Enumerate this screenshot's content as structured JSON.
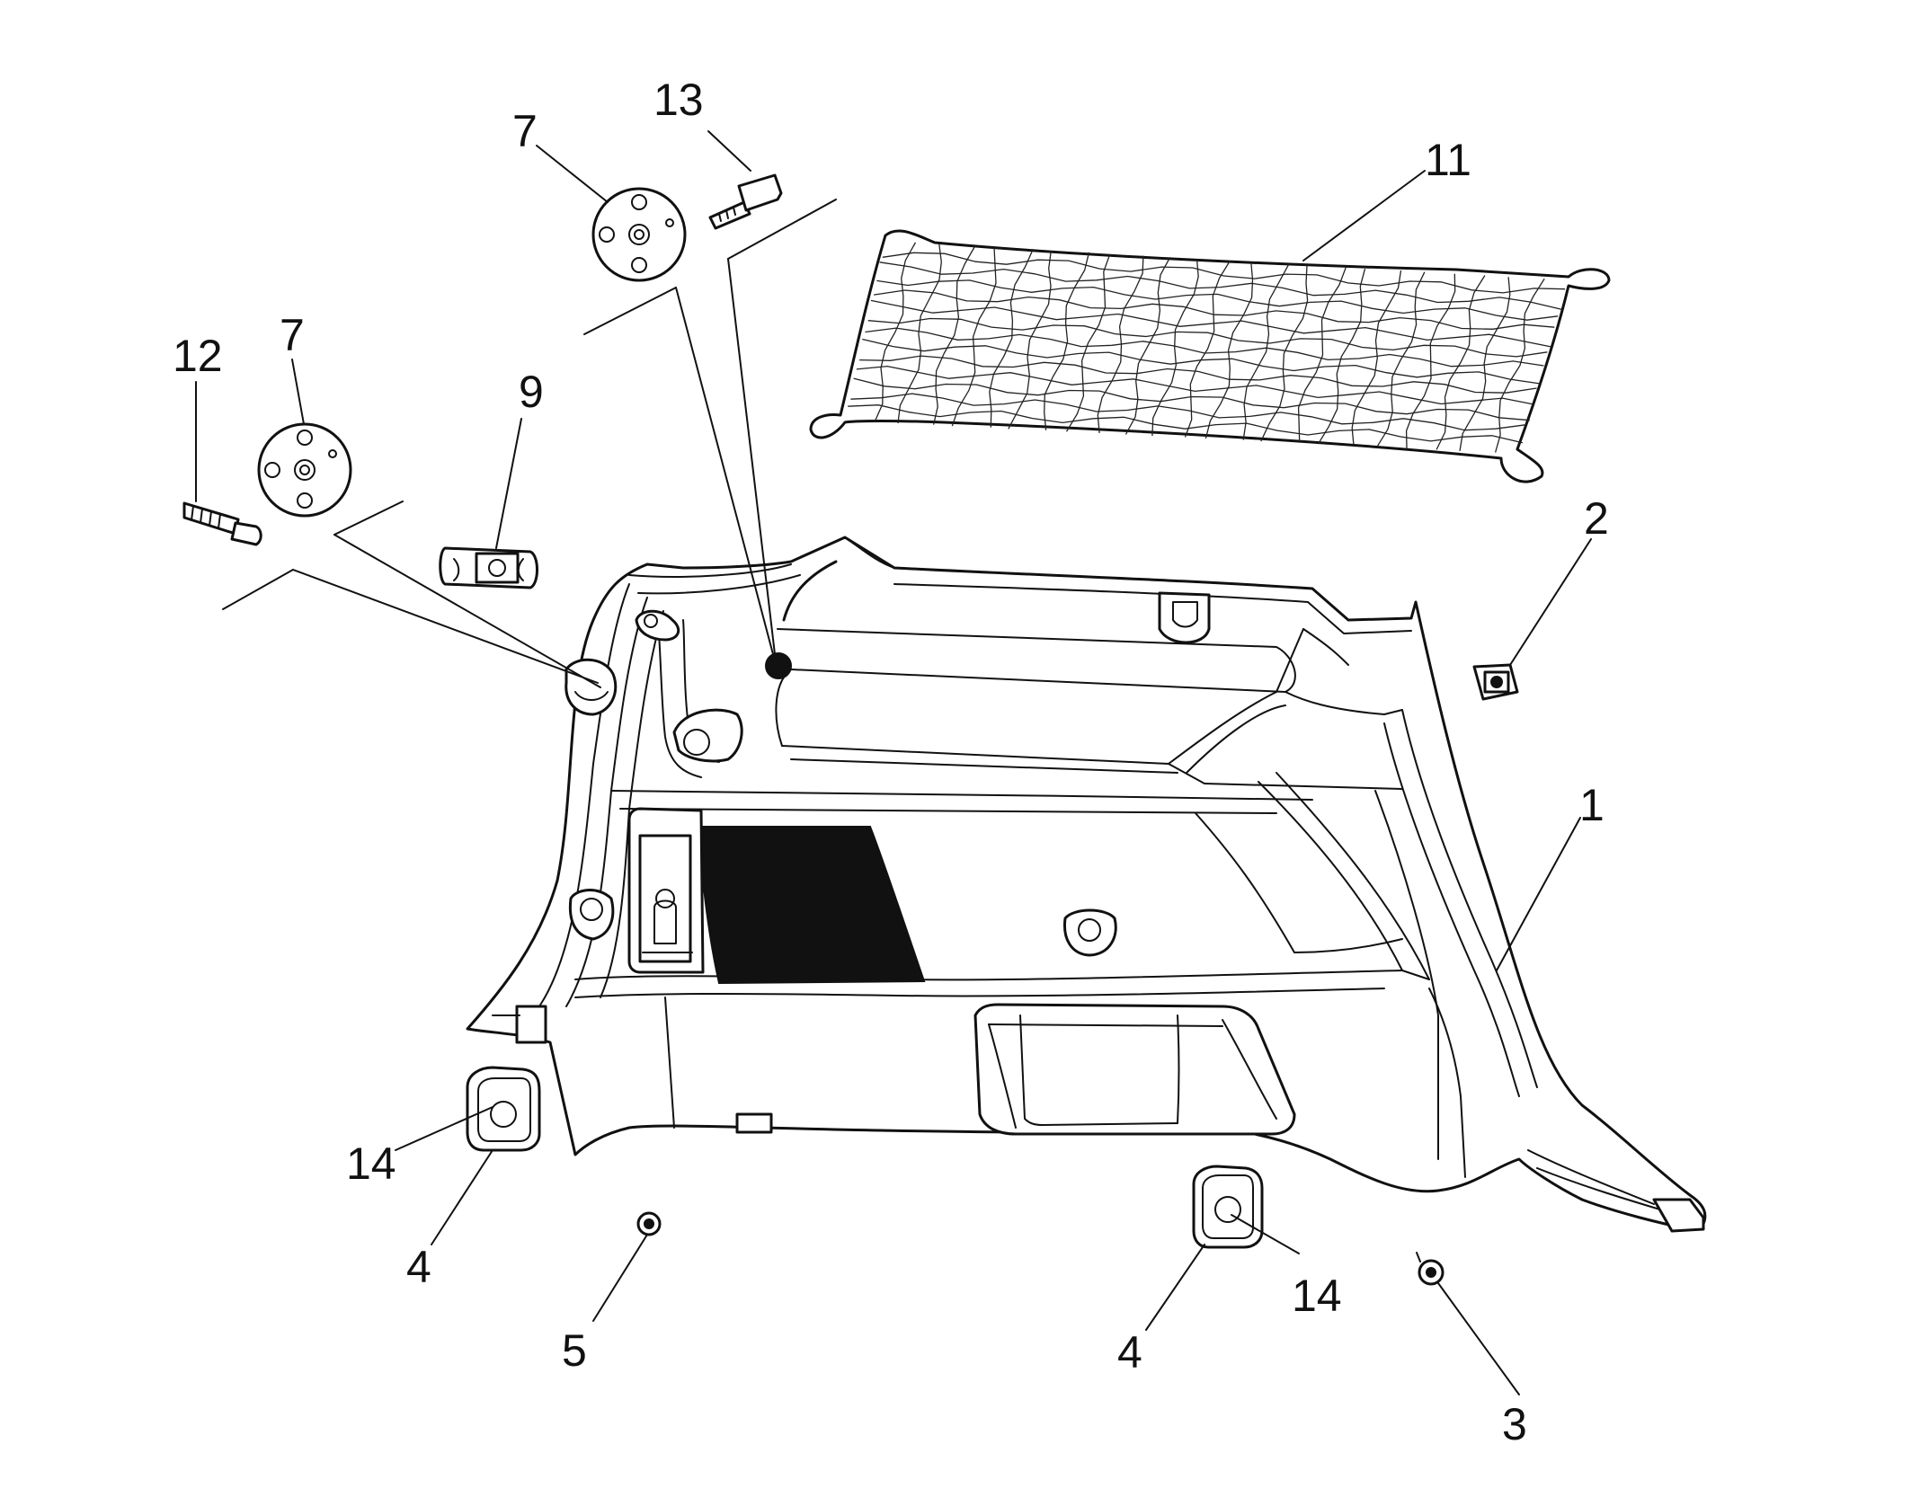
{
  "diagram": {
    "background": "#ffffff",
    "line_color": "#111111",
    "callouts": [
      {
        "id": "c1",
        "text": "1"
      },
      {
        "id": "c2",
        "text": "2"
      },
      {
        "id": "c3",
        "text": "3"
      },
      {
        "id": "c4a",
        "text": "4"
      },
      {
        "id": "c4b",
        "text": "4"
      },
      {
        "id": "c5",
        "text": "5"
      },
      {
        "id": "c7a",
        "text": "7"
      },
      {
        "id": "c7b",
        "text": "7"
      },
      {
        "id": "c9",
        "text": "9"
      },
      {
        "id": "c11",
        "text": "11"
      },
      {
        "id": "c12",
        "text": "12"
      },
      {
        "id": "c13",
        "text": "13"
      },
      {
        "id": "c14a",
        "text": "14"
      },
      {
        "id": "c14b",
        "text": "14"
      }
    ]
  }
}
